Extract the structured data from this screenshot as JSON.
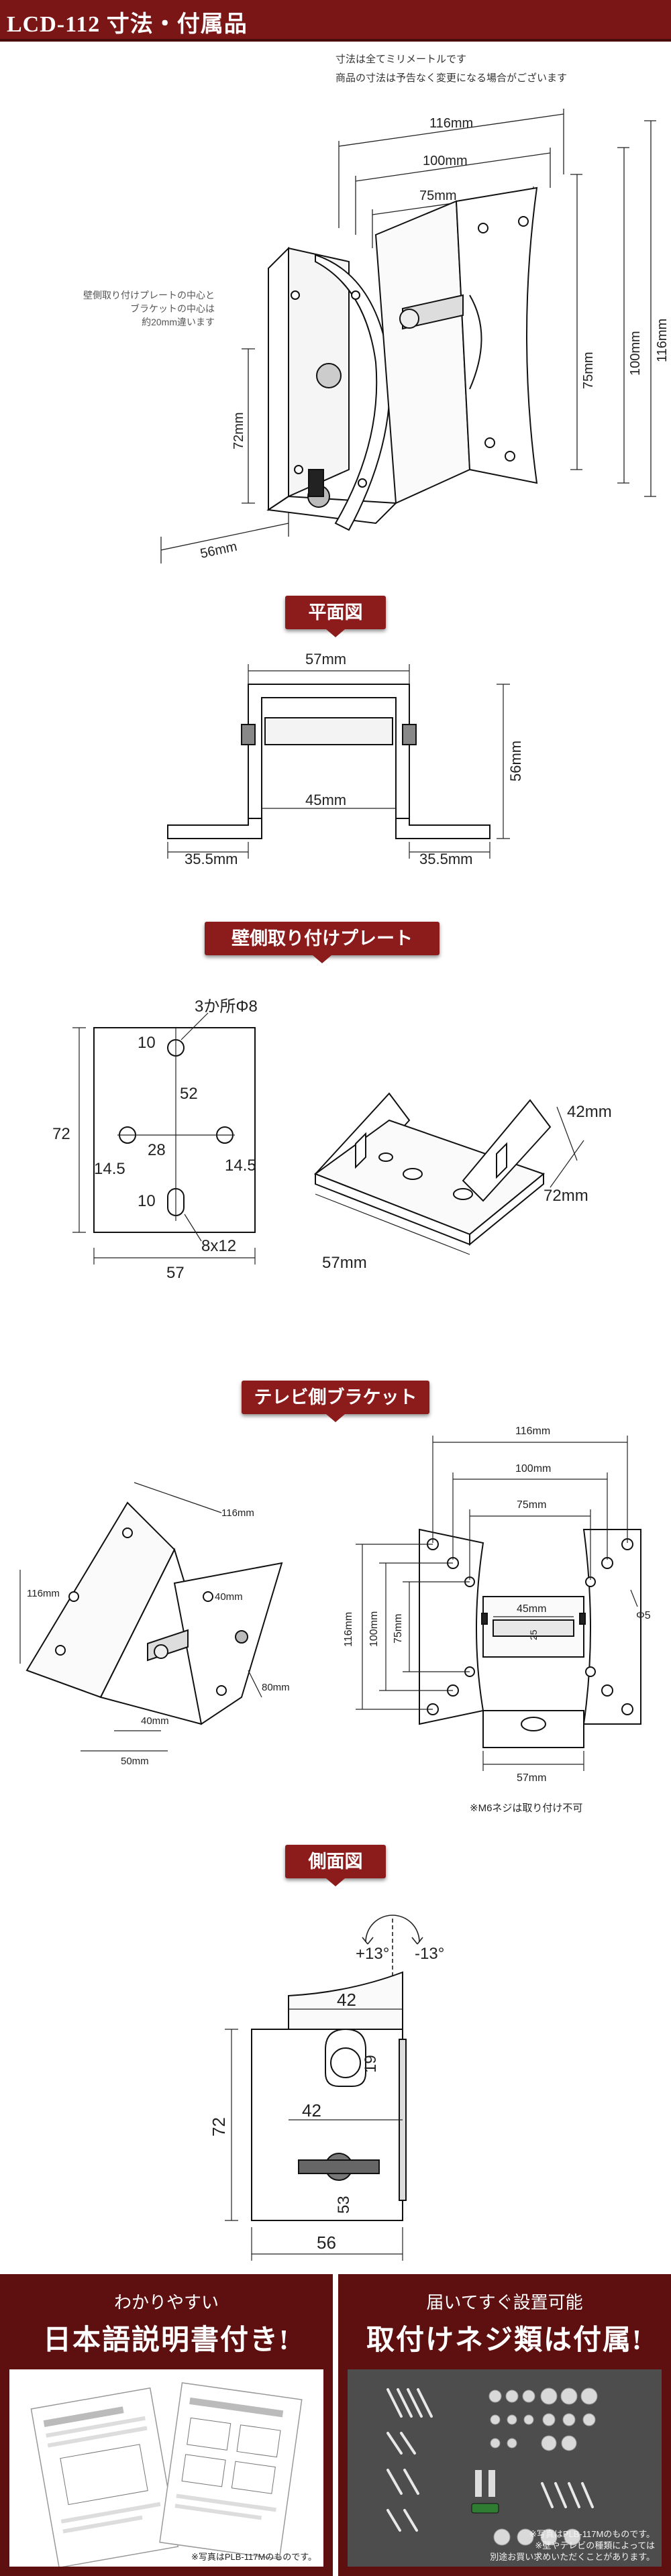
{
  "header": {
    "title": "LCD-112 寸法・付属品"
  },
  "notes": {
    "line1": "寸法は全てミリメートルです",
    "line2": "商品の寸法は予告なく変更になる場合がございます"
  },
  "overview": {
    "callout_lines": [
      "壁側取り付けプレートの中心と",
      "ブラケットの中心は",
      "約20mm違います"
    ],
    "dims": {
      "w116": "116mm",
      "w100": "100mm",
      "w75": "75mm",
      "h75": "75mm",
      "h100": "100mm",
      "h116": "116mm",
      "h72": "72mm",
      "d56": "56mm"
    }
  },
  "plan_view": {
    "title": "平面図",
    "dims": {
      "top": "57mm",
      "mid": "45mm",
      "left": "35.5mm",
      "right": "35.5mm",
      "height": "56mm"
    }
  },
  "wall_plate": {
    "title": "壁側取り付けプレート",
    "holes_label": "3か所Φ8",
    "slot_label": "8x12",
    "dims": {
      "d10a": "10",
      "d52": "52",
      "d28": "28",
      "d14l": "14.5",
      "d14r": "14.5",
      "d10b": "10",
      "height": "72",
      "width": "57"
    },
    "iso_dims": {
      "d42": "42mm",
      "d72": "72mm",
      "d57": "57mm"
    }
  },
  "tv_bracket": {
    "title": "テレビ側ブラケット",
    "iso_dims": {
      "top": "116mm",
      "left": "116mm",
      "d40a": "40mm",
      "d40b": "40mm",
      "d80": "80mm",
      "d50": "50mm"
    },
    "front_dims": {
      "w116": "116mm",
      "w100": "100mm",
      "w75": "75mm",
      "w45": "45mm",
      "h116": "116mm",
      "h100": "100mm",
      "h75": "75mm",
      "phi5": "Φ5",
      "d25": "25",
      "w57": "57mm"
    },
    "note": "※M6ネジは取り付け不可"
  },
  "side_view": {
    "title": "側面図",
    "tilt_up": "+13°",
    "tilt_down": "-13°",
    "dims": {
      "top42": "42",
      "d19": "19",
      "mid42": "42",
      "height": "72",
      "d53": "53",
      "bottom": "56"
    }
  },
  "panels": {
    "manual": {
      "sub": "わかりやすい",
      "main": "日本語説明書付き!",
      "caption": "※写真はPLB-117Mのものです。"
    },
    "screws": {
      "sub": "届いてすぐ設置可能",
      "main": "取付けネジ類は付属!",
      "caption_lines": [
        "※写真はPLB-117Mのものです。",
        "※壁やテレビの種類によっては",
        "別途お買い求めいただくことがあります。"
      ]
    }
  },
  "colors": {
    "brand": "#7a1616",
    "badge": "#8c1c1c",
    "panel": "#5e0f0f"
  }
}
